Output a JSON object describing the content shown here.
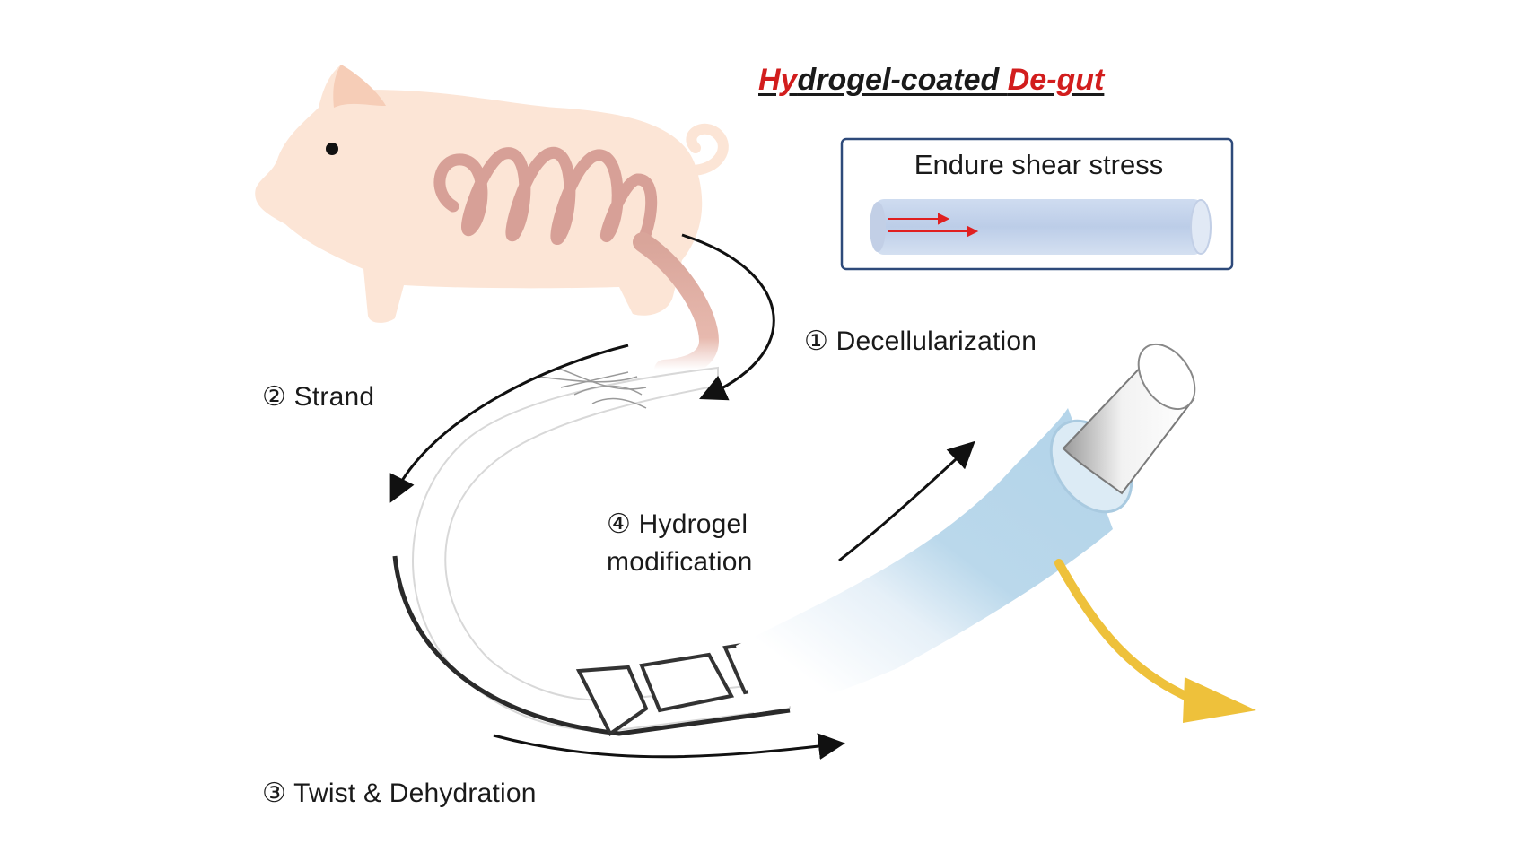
{
  "title": {
    "part1_red": "Hy",
    "part1_dark": "drogel-coated ",
    "part2_red": "De-gut"
  },
  "inset": {
    "label": "Endure shear stress"
  },
  "steps": {
    "step1": "① Decellularization",
    "step2": "② Strand",
    "step3": "③ Twist & Dehydration",
    "step4_line1": "④ Hydrogel",
    "step4_line2": "modification"
  },
  "colors": {
    "title_red": "#d21d1d",
    "pig_body": "#fce5d6",
    "intestine": "#d7a097",
    "hydrogel_blue": "#b8d7ea",
    "output_arrow": "#eec13b",
    "inset_border": "#2e4a7a",
    "shear_arrows": "#e02020"
  }
}
